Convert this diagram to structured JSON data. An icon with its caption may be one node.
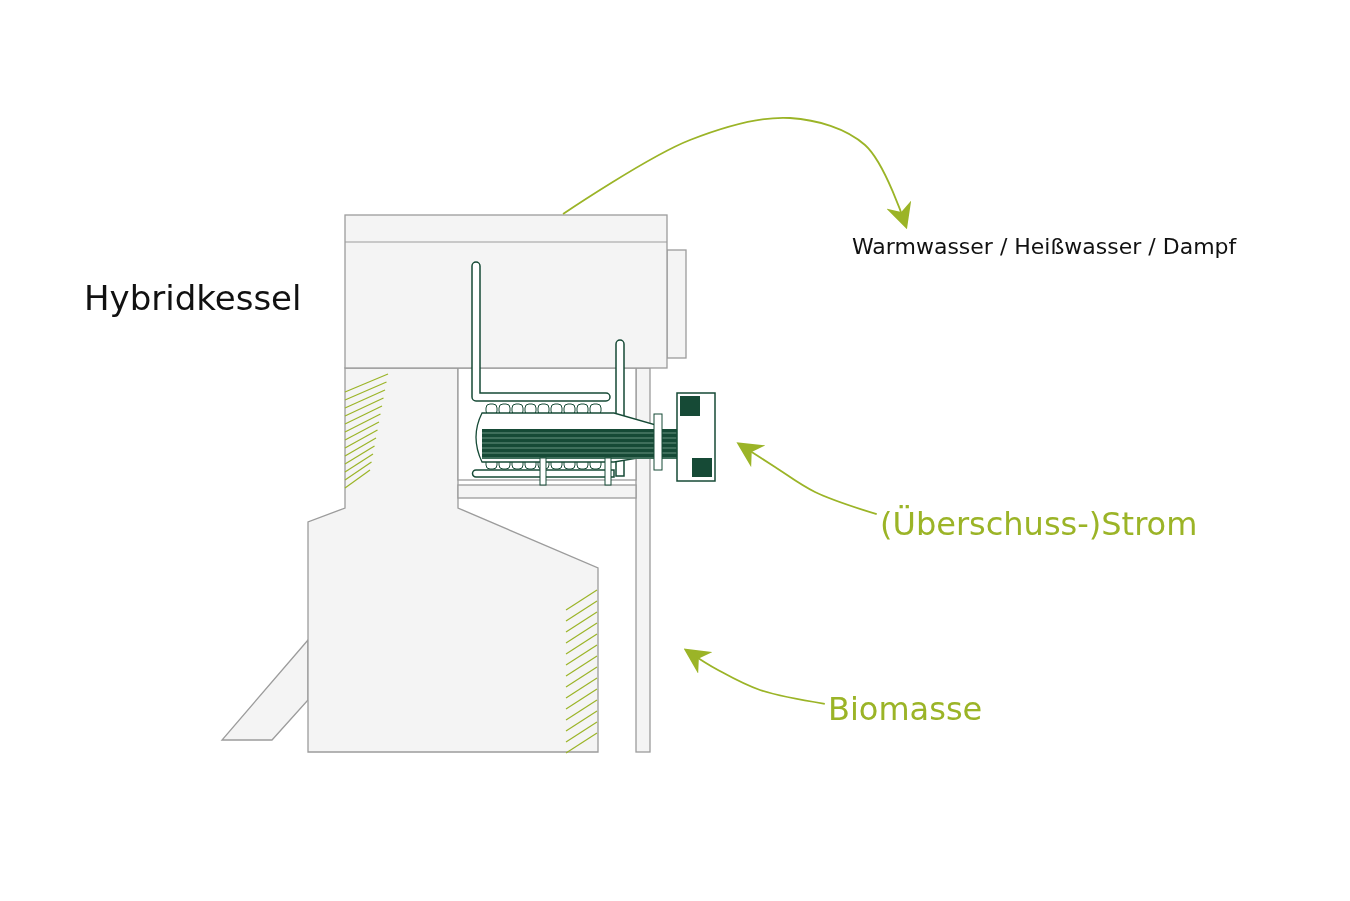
{
  "diagram": {
    "nodes": [
      {
        "text": [],
        "shape": "picture",
        "beside": [
          "Hybridkessel"
        ]
      },
      {
        "text": [],
        "shape": "picture"
      },
      {
        "text": [
          "Warmwasser / Heißwasser / Dampf"
        ]
      },
      {
        "text": [
          "(Überschuss-)Strom"
        ]
      },
      {
        "text": [
          "Biomasse"
        ]
      }
    ],
    "edges": [
      {
        "from": 0,
        "to": 2,
        "arrow": "to"
      },
      {
        "from": 3,
        "to": 1,
        "arrow": "to"
      },
      {
        "from": 4,
        "to": 0,
        "arrow": "to"
      }
    ]
  }
}
